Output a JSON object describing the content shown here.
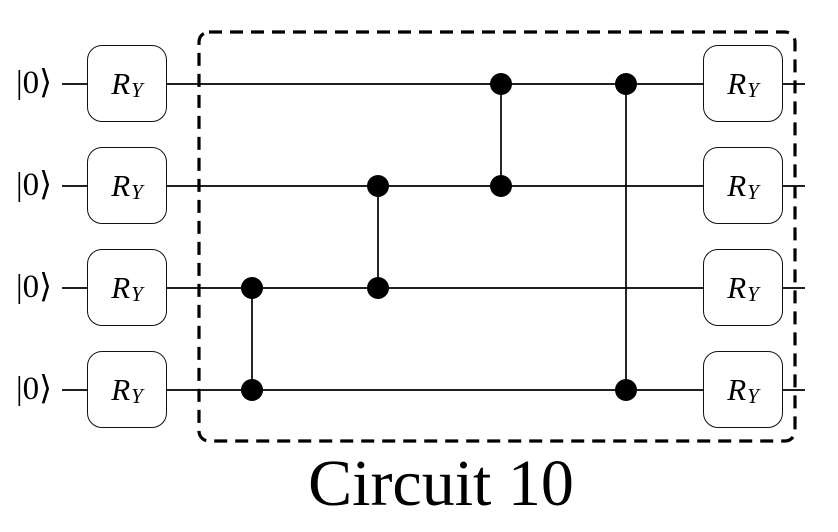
{
  "figure_caption": "Circuit 10",
  "gate_labels": {
    "ry_base": "R",
    "ry_sub": "Y"
  },
  "circuit": {
    "type": "quantum_circuit",
    "num_qubits": 4,
    "initial_states": [
      "|0⟩",
      "|0⟩",
      "|0⟩",
      "|0⟩"
    ],
    "first_layer_gates": [
      "RY",
      "RY",
      "RY",
      "RY"
    ],
    "entangling_block": {
      "outline": "dashed-box",
      "cz_gates": [
        {
          "between": [
            2,
            3
          ],
          "column": 0
        },
        {
          "between": [
            1,
            2
          ],
          "column": 1
        },
        {
          "between": [
            0,
            1
          ],
          "column": 2
        },
        {
          "between": [
            0,
            3
          ],
          "column": 3
        }
      ]
    },
    "final_layer_gates": [
      "RY",
      "RY",
      "RY",
      "RY"
    ]
  },
  "colors": {
    "ink": "#000000",
    "background": "#ffffff"
  }
}
